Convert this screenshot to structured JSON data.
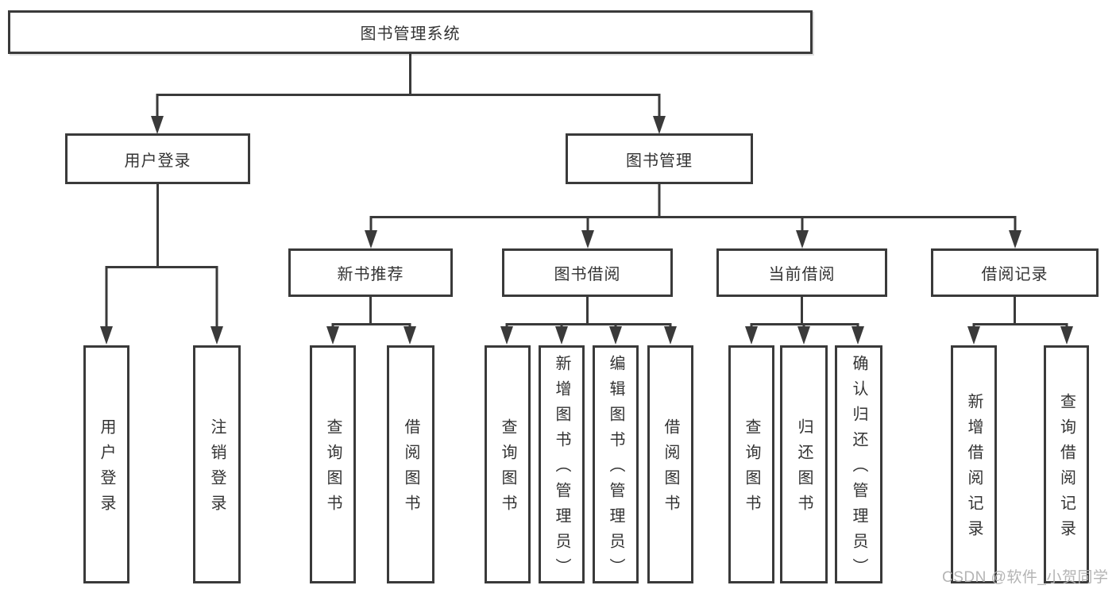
{
  "tree": {
    "root": {
      "label": "图书管理系统"
    },
    "children": [
      {
        "label": "用户登录",
        "children": [
          {
            "label": "用户登录"
          },
          {
            "label": "注销登录"
          }
        ]
      },
      {
        "label": "图书管理",
        "children": [
          {
            "label": "新书推荐",
            "children": [
              {
                "label": "查询图书"
              },
              {
                "label": "借阅图书"
              }
            ]
          },
          {
            "label": "图书借阅",
            "children": [
              {
                "label": "查询图书"
              },
              {
                "label": "新增图书（管理员）"
              },
              {
                "label": "编辑图书（管理员）"
              },
              {
                "label": "借阅图书"
              }
            ]
          },
          {
            "label": "当前借阅",
            "children": [
              {
                "label": "查询图书"
              },
              {
                "label": "归还图书"
              },
              {
                "label": "确认归还（管理员）"
              }
            ]
          },
          {
            "label": "借阅记录",
            "children": [
              {
                "label": "新增借阅记录"
              },
              {
                "label": "查询借阅记录"
              }
            ]
          }
        ]
      }
    ]
  },
  "watermark": {
    "text": "CSDN @软件_小贺同学"
  },
  "colors": {
    "line": "#3a3a3a",
    "text": "#333333",
    "watermark": "#b0b0b0",
    "background": "#ffffff"
  }
}
